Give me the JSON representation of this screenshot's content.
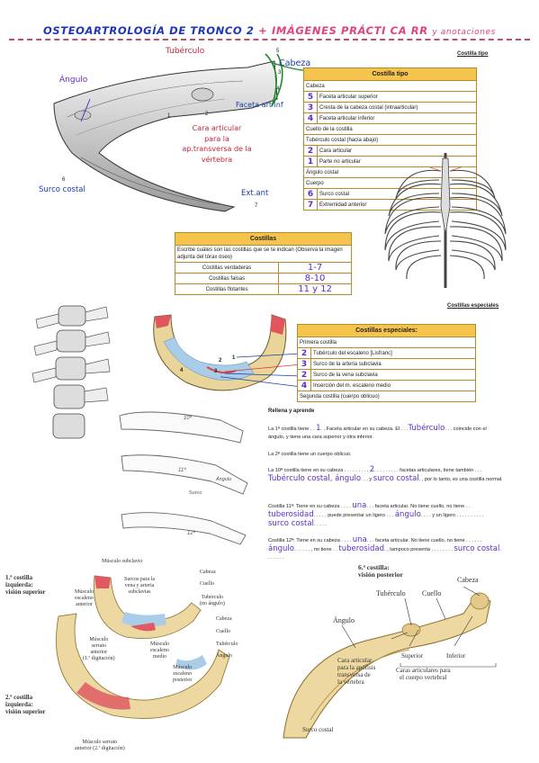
{
  "title": {
    "part1": "OSTEOARTROLOGÍA DE TRONCO 2 ",
    "plus": "+ ",
    "part2": "IMÁGENES PRÁCTI CA RR ",
    "part3": "y anotaciones"
  },
  "rib_top": {
    "labels": {
      "tuberculo": "Tubérculo",
      "cabeza": "Cabeza",
      "angulo": "Ángulo",
      "faceta": "Faceta art inf",
      "cara": "Cara articular\npara la\nap.transversa de la\nvértebra",
      "surco": "Surco costal",
      "extant": "Ext.ant"
    },
    "numbers": [
      "1",
      "2",
      "3",
      "4",
      "5",
      "6",
      "7"
    ]
  },
  "costilla_tipo": {
    "section_label": "Costilla tipo",
    "header": "Costilla tipo",
    "rows": [
      {
        "num": "",
        "text": "Cabeza"
      },
      {
        "num": "5",
        "text": "Faceta articular superior"
      },
      {
        "num": "3",
        "text": "Cresta de la cabeza costal (intraarticular)"
      },
      {
        "num": "4",
        "text": "Faceta articular inferior"
      },
      {
        "num": "",
        "text": "Cuello de la costilla"
      },
      {
        "num": "",
        "text": "Tubérculo costal (hacia abajo)"
      },
      {
        "num": "2",
        "text": "Cara articular"
      },
      {
        "num": "1",
        "text": "Parte no articular"
      },
      {
        "num": "",
        "text": "Ángulo costal"
      },
      {
        "num": "",
        "text": "Cuerpo"
      },
      {
        "num": "6",
        "text": "Surco costal"
      },
      {
        "num": "7",
        "text": "Extremidad anterior"
      }
    ]
  },
  "costillas": {
    "header": "Costillas",
    "intro": "Escribe cuáles son las costillas que se te indican (Observa la imagen adjunta del tórax óseo)",
    "rows": [
      {
        "label": "Costillas verdaderas",
        "answer": "1-7"
      },
      {
        "label": "Costillas falsas",
        "answer": "8-10"
      },
      {
        "label": "Costillas flotantes",
        "answer": "11 y 12"
      }
    ]
  },
  "especiales": {
    "section_label": "Costillas especiales",
    "header": "Costillas especiales:",
    "rows": [
      {
        "num": "",
        "text": "Primera costilla"
      },
      {
        "num": "2",
        "text": "Tubérculo del escaleno [Lisfranc]"
      },
      {
        "num": "3",
        "text": "Surco de la arteria subclavia"
      },
      {
        "num": "2",
        "text": "Surco de la vena subclavia"
      },
      {
        "num": "4",
        "text": "Inserción del m. escaleno medio"
      },
      {
        "num": "",
        "text": "Segunda costilla (cuerpo oblicuo)"
      }
    ],
    "first_rib_numbers": [
      "1",
      "2",
      "3",
      "4"
    ]
  },
  "rellena": {
    "title": "Rellena y aprende",
    "p1_a": "La 1ª costilla tiene . . ",
    "p1_ans1": "1",
    "p1_b": ". . Faceta articular en su cabeza. El . . .",
    "p1_ans2": "Tubérculo",
    "p1_c": ". . . coincide con el ángulo, y tiene una cara superior y otra inferior.",
    "p2": "La 2ª costilla tiene un cuerpo oblicuo.",
    "p3_a": "La 10ª costilla tiene en su cabeza . . . . . . . . . ",
    "p3_ans1": "2",
    "p3_b": ". . . . . . . . . facetas articulares, tiene también . . . ",
    "p3_ans2": "Tubérculo costal, ángulo",
    "p3_c": ". . . y ",
    "p3_ans3": "surco costal",
    "p3_d": ". , por lo tanto, es una costilla normal.",
    "p4_a": "Costilla 11ª: Tiene en su cabeza . . . . ",
    "p4_ans1": "una",
    "p4_b": ". . . faceta articular. No tiene cuello, no tiene . . ",
    "p4_ans2": "tuberosidad",
    "p4_c": ". . . . . puede presentar un ligero . . . ",
    "p4_ans3": "ángulo",
    "p4_d": ". . . . y un ligero . . . . . . . . . . ",
    "p4_ans4": "surco costal",
    "p4_e": ". . . . .",
    "p5_a": "Costilla 12ª: Tiene en su cabeza . . . . ",
    "p5_ans1": "una",
    "p5_b": ". . . faceta articular. No tiene cuello, no tiene . . . . . . ",
    "p5_ans2": "ángulo",
    "p5_c": ". . . . . . , no tiene . . ",
    "p5_ans3": "tuberosidad",
    "p5_d": ". , tampoco presenta . . . . . . . . ",
    "p5_ans4": "surco costal",
    "p5_e": ". . . . . . ."
  },
  "rib_drawings": {
    "r10": "10ª",
    "r11": "11ª",
    "r12": "12ª",
    "angulo": "Ángulo",
    "surco": "Surco"
  },
  "book_left": {
    "caption1": "1.ª costilla\nizquierda:\nvisión superior",
    "caption2": "2.ª costilla\nizquierda:\nvisión superior",
    "labels": {
      "musculo_subclavio": "Músculo subclavio",
      "surcos": "Surcos para la\nvena y arteria\nsubclavias",
      "escaleno_anterior": "Músculo\nescaleno\nanterior",
      "cabeza1": "Cabeza",
      "cuello1": "Cuello",
      "tuberculo1": "Tubérculo\n(no ángulo)",
      "escaleno_medio": "Músculo\nescaleno\nmedio",
      "serrato1": "Músculo\nserrato\nanterior\n(1.ª digitación)",
      "cabeza2": "Cabeza",
      "cuello2": "Cuello",
      "tuberculo2": "Tubérculo",
      "angulo2": "Ángulo",
      "escaleno_posterior": "Músculo\nescaleno\nposterior",
      "serrato2": "Músculo serrato\nanterior (2.ª digitación)"
    }
  },
  "book_right": {
    "caption": "6.ª costilla:\nvisión posterior",
    "labels": {
      "cabeza": "Cabeza",
      "tuberculo": "Tubérculo",
      "cuello": "Cuello",
      "angulo": "Ángulo",
      "cara_articular": "Cara articular\npara la apófisis\ntransversa de\nla vértebra",
      "superior": "Superior",
      "inferior": "Inferior",
      "caras": "Caras articulares para\nel cuerpo vertebral",
      "surco": "Surco costal"
    }
  },
  "colors": {
    "title_blue": "#1f36b8",
    "title_pink": "#e0447e",
    "table_header": "#f4c44c",
    "hand_red": "#c0283a",
    "hand_purple": "#5b2cc4",
    "bone": "#e9d49a"
  }
}
